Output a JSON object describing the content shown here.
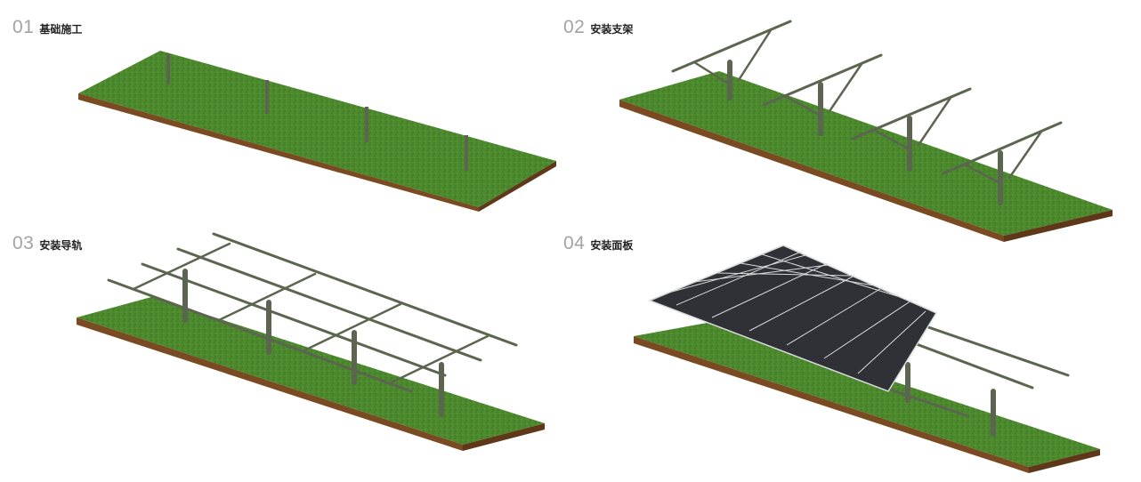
{
  "steps": [
    {
      "number": "01",
      "title": "基础施工"
    },
    {
      "number": "02",
      "title": "安装支架"
    },
    {
      "number": "03",
      "title": "安装导轨"
    },
    {
      "number": "04",
      "title": "安装面板"
    }
  ],
  "colors": {
    "grass": "#4d8a2e",
    "grass_dark": "#3d7324",
    "soil": "#7a4a22",
    "soil_dark": "#5e3818",
    "steel": "#5b6550",
    "steel_light": "#7d8672",
    "panel_cell": "#2f3137",
    "panel_frame": "#d8dadb"
  }
}
